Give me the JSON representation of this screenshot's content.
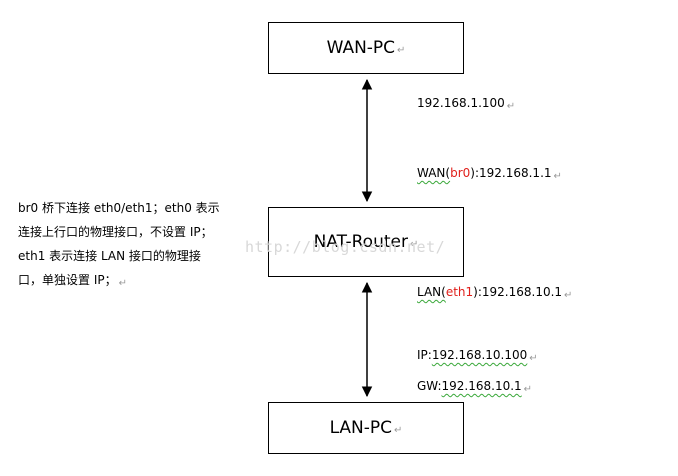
{
  "nodes": {
    "wan_pc": "WAN-PC",
    "router": "NAT-Router",
    "lan_pc": "LAN-PC"
  },
  "para_mark": "↵",
  "labels": {
    "wan_pc_ip": "192.168.1.100",
    "wan_prefix": "WAN(",
    "wan_iface": "br0",
    "wan_suffix": "):192.168.1.1",
    "lan_prefix": "LAN(",
    "lan_iface": "eth1",
    "lan_suffix": "):192.168.10.1",
    "lan_pc_ip_prefix": "IP:",
    "lan_pc_ip": "192.168.10.100",
    "lan_pc_gw_prefix": "GW:",
    "lan_pc_gw": "192.168.10.1"
  },
  "note_lines": [
    "br0 桥下连接 eth0/eth1；eth0 表示",
    "连接上行口的物理接口，不设置 IP；",
    "eth1  表示连接  LAN  接口的物理接",
    "口，单独设置 IP；"
  ],
  "watermark": "http://blog.csdn.net/",
  "colors": {
    "interface_highlight": "#e0201b",
    "spell_underline": "#3aa83a"
  }
}
